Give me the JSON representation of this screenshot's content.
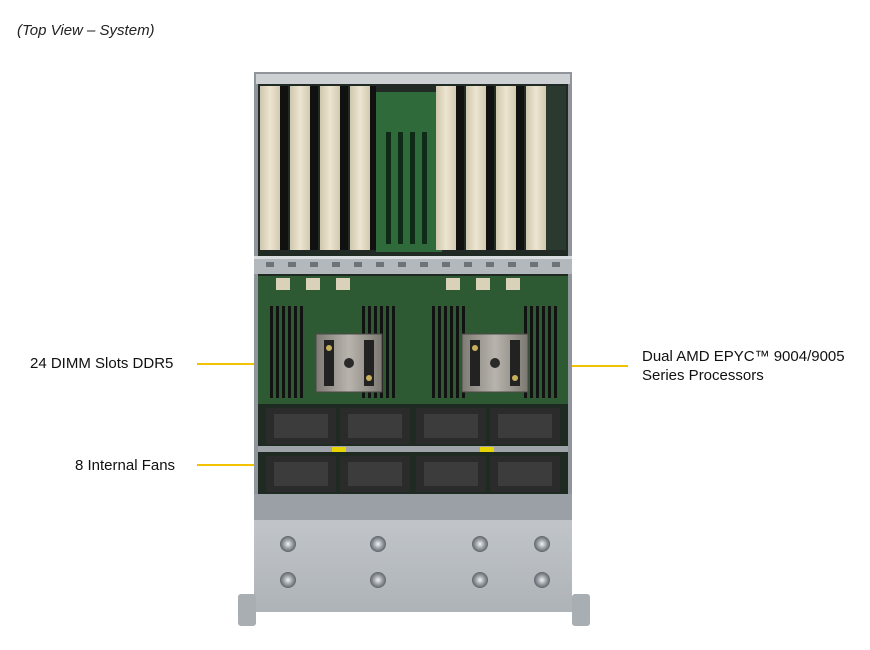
{
  "caption": "(Top View – System)",
  "labels": {
    "dimm": "24 DIMM Slots DDR5",
    "fans": "8 Internal Fans",
    "cpu_line1": "Dual AMD EPYC™ 9004/9005",
    "cpu_line2": "Series Processors"
  },
  "colors": {
    "callout": "#f2c200",
    "chassis": "#b9bec4",
    "riser_card": "#e4dcc4",
    "pcb": "#2d5a33",
    "heatsink": "#9a9690",
    "fan": "#2b2b2b"
  }
}
